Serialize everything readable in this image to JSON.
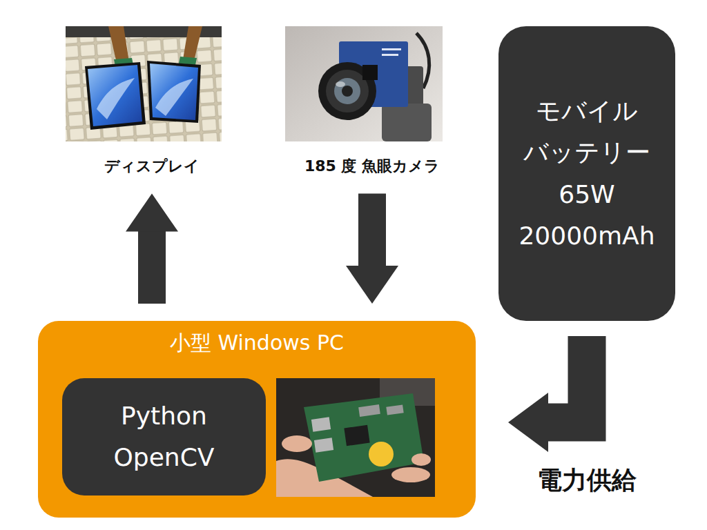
{
  "diagram": {
    "nodes": [
      {
        "text": [
          "ディスプレイ"
        ]
      },
      {
        "text": [
          "185 度 魚眼カメラ"
        ]
      },
      {
        "text": [
          "モバイル バッテリー 65W 20000mAh"
        ]
      },
      {
        "text": [
          "小型 Windows PC"
        ]
      },
      {
        "text": [
          "Python OpenCV"
        ],
        "in": 3
      }
    ],
    "edges": [
      {
        "from": 3,
        "to": 0,
        "arrow": "to"
      },
      {
        "from": 1,
        "to": 3,
        "arrow": "to"
      },
      {
        "from": 2,
        "to": 3,
        "arrow": "to",
        "label": "電力供給"
      }
    ]
  }
}
